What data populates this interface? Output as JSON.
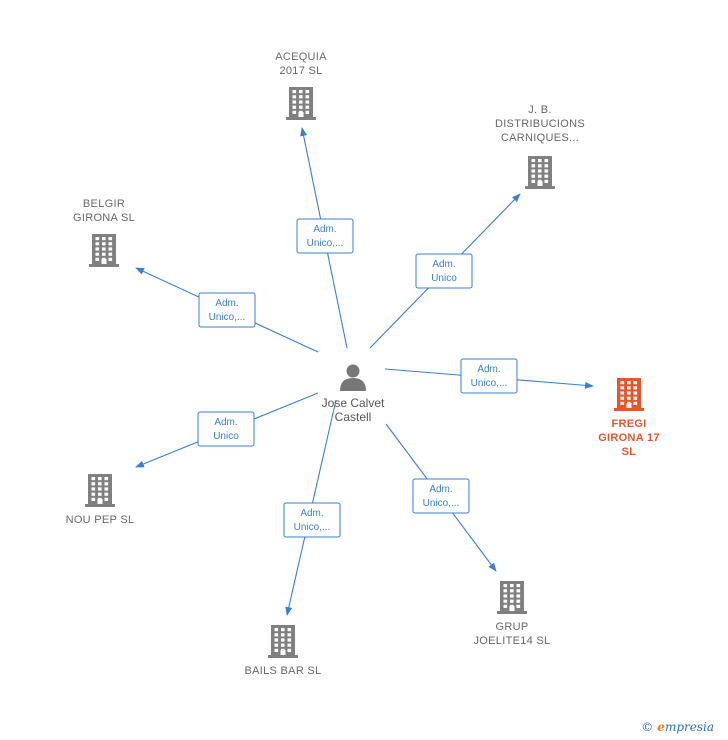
{
  "colors": {
    "edge": "#3a7fd5",
    "building": "#808080",
    "building_highlight": "#e8552d",
    "person": "#777777"
  },
  "person": {
    "name_line1": "Jose Calvet",
    "name_line2": "Castell",
    "icon": "person-icon"
  },
  "companies": [
    {
      "id": "acequia",
      "lines": [
        "ACEQUIA",
        "2017  SL"
      ],
      "highlight": false,
      "icon": "building-icon"
    },
    {
      "id": "jb",
      "lines": [
        "J.  B.",
        "DISTRIBUCIONS",
        "CARNIQUES..."
      ],
      "highlight": false,
      "icon": "building-icon"
    },
    {
      "id": "belgir",
      "lines": [
        "BELGIR",
        "GIRONA  SL"
      ],
      "highlight": false,
      "icon": "building-icon"
    },
    {
      "id": "fregi",
      "lines": [
        "FREGI",
        "GIRONA 17",
        "SL"
      ],
      "highlight": true,
      "icon": "building-icon"
    },
    {
      "id": "noupep",
      "lines": [
        "NOU PEP  SL"
      ],
      "highlight": false,
      "icon": "building-icon"
    },
    {
      "id": "grup",
      "lines": [
        "GRUP",
        "JOELITE14  SL"
      ],
      "highlight": false,
      "icon": "building-icon"
    },
    {
      "id": "bails",
      "lines": [
        "BAILS BAR SL"
      ],
      "highlight": false,
      "icon": "building-icon"
    }
  ],
  "edges": [
    {
      "to": "acequia",
      "role": [
        "Adm.",
        "Unico,..."
      ]
    },
    {
      "to": "jb",
      "role": [
        "Adm.",
        "Unico"
      ]
    },
    {
      "to": "belgir",
      "role": [
        "Adm.",
        "Unico,..."
      ]
    },
    {
      "to": "fregi",
      "role": [
        "Adm.",
        "Unico,..."
      ]
    },
    {
      "to": "noupep",
      "role": [
        "Adm.",
        "Unico"
      ]
    },
    {
      "to": "grup",
      "role": [
        "Adm.",
        "Unico,..."
      ]
    },
    {
      "to": "bails",
      "role": [
        "Adm.",
        "Unico,..."
      ]
    }
  ],
  "footer": {
    "copyright_symbol": "©",
    "brand_initial": "e",
    "brand_rest": "mpresia"
  }
}
